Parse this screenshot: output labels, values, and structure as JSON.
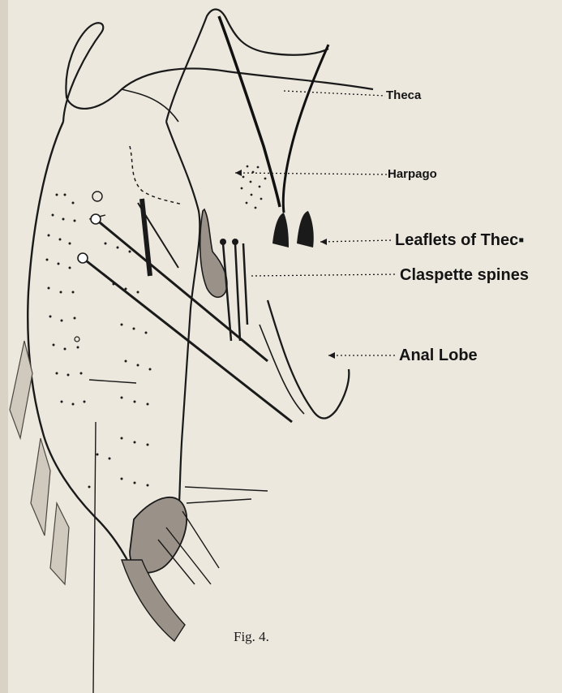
{
  "figure": {
    "caption": "Fig. 4.",
    "labels": {
      "theca": "Theca",
      "harpago": "Harpago",
      "leaflets": "Leaflets of Thec▪",
      "claspette": "Claspette spines",
      "anal_lobe": "Anal Lobe"
    }
  },
  "colors": {
    "paper": "#ece8de",
    "ink": "#141414",
    "shading": "#9a9188"
  }
}
